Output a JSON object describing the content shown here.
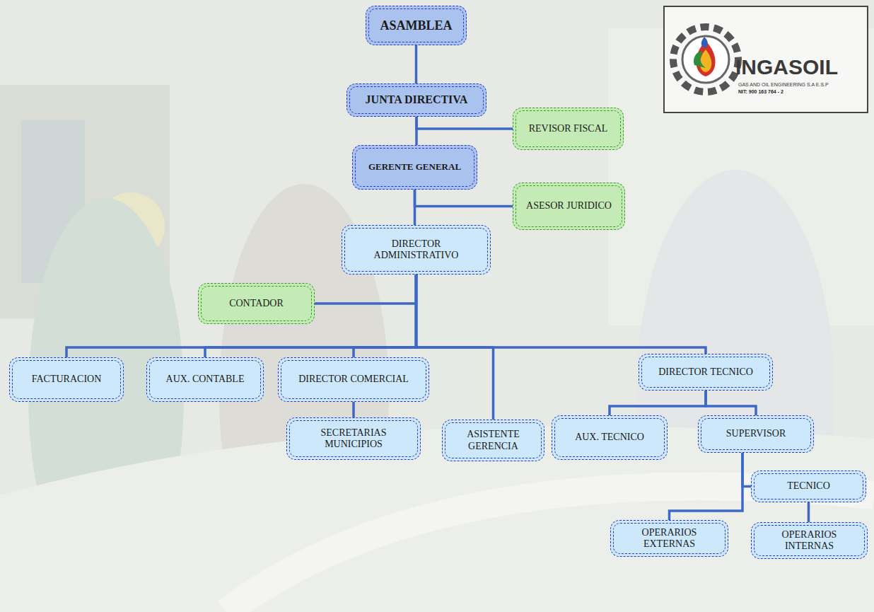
{
  "diagram": {
    "nodes": [
      {
        "text": [
          "ASAMBLEA"
        ]
      },
      {
        "text": [
          "JUNTA DIRECTIVA"
        ]
      },
      {
        "text": [
          "REVISOR FISCAL"
        ]
      },
      {
        "text": [
          "GERENTE GENERAL"
        ]
      },
      {
        "text": [
          "ASESOR JURIDICO"
        ]
      },
      {
        "text": [
          "DIRECTOR ADMINISTRATIVO"
        ]
      },
      {
        "text": [
          "CONTADOR"
        ]
      },
      {
        "text": [
          "FACTURACION"
        ]
      },
      {
        "text": [
          "AUX. CONTABLE"
        ]
      },
      {
        "text": [
          "DIRECTOR COMERCIAL"
        ]
      },
      {
        "text": [
          "DIRECTOR TECNICO"
        ]
      },
      {
        "text": [
          "SECRETARIAS MUNICIPIOS"
        ]
      },
      {
        "text": [
          "ASISTENTE GERENCIA"
        ]
      },
      {
        "text": [
          "AUX. TECNICO"
        ]
      },
      {
        "text": [
          "SUPERVISOR"
        ]
      },
      {
        "text": [
          "TECNICO"
        ]
      },
      {
        "text": [
          "OPERARIOS EXTERNAS"
        ]
      },
      {
        "text": [
          "OPERARIOS INTERNAS"
        ]
      }
    ],
    "edges": [
      {
        "from": 0,
        "to": 1,
        "arrow": "none"
      },
      {
        "from": 1,
        "to": 2,
        "arrow": "none"
      },
      {
        "from": 1,
        "to": 3,
        "arrow": "none"
      },
      {
        "from": 3,
        "to": 4,
        "arrow": "none"
      },
      {
        "from": 3,
        "to": 5,
        "arrow": "none"
      },
      {
        "from": 5,
        "to": 6,
        "arrow": "none"
      },
      {
        "from": 5,
        "to": 7,
        "arrow": "none"
      },
      {
        "from": 5,
        "to": 8,
        "arrow": "none"
      },
      {
        "from": 5,
        "to": 9,
        "arrow": "none"
      },
      {
        "from": 5,
        "to": 12,
        "arrow": "none"
      },
      {
        "from": 5,
        "to": 10,
        "arrow": "none"
      },
      {
        "from": 9,
        "to": 11,
        "arrow": "none"
      },
      {
        "from": 10,
        "to": 13,
        "arrow": "none"
      },
      {
        "from": 10,
        "to": 14,
        "arrow": "none"
      },
      {
        "from": 14,
        "to": 15,
        "arrow": "none"
      },
      {
        "from": 14,
        "to": 16,
        "arrow": "none"
      },
      {
        "from": 15,
        "to": 17,
        "arrow": "none"
      }
    ],
    "labels": [
      "INGASOIL",
      "GAS AND OIL ENGINEERING S.A E.S.P",
      "NIT: 900 163 764 - 2"
    ]
  }
}
